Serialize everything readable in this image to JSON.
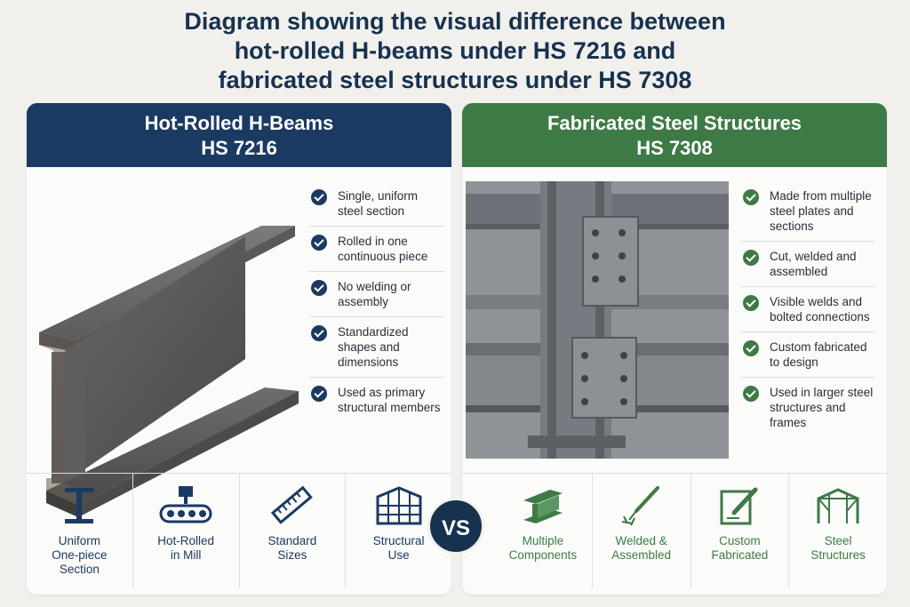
{
  "title": {
    "line1": "Diagram showing the visual difference between",
    "line2": "hot-rolled H-beams under HS 7216 and",
    "line3": "fabricated steel structures under HS 7308"
  },
  "left": {
    "heading_line1": "Hot-Rolled H-Beams",
    "heading_line2": "HS 7216",
    "accent": "#1b3a62",
    "checks": [
      "Single, uniform steel section",
      "Rolled in one continuous piece",
      "No welding or assembly",
      "Standardized shapes and dimensions",
      "Used as primary structural members"
    ],
    "features": [
      {
        "icon": "i-beam-icon",
        "label": "Uniform\nOne-piece\nSection"
      },
      {
        "icon": "rolling-mill-icon",
        "label": "Hot-Rolled\nin Mill"
      },
      {
        "icon": "ruler-icon",
        "label": "Standard\nSizes"
      },
      {
        "icon": "building-icon",
        "label": "Structural\nUse"
      }
    ]
  },
  "right": {
    "heading_line1": "Fabricated Steel Structures",
    "heading_line2": "HS 7308",
    "accent": "#3e7a46",
    "checks": [
      "Made from multiple steel plates and sections",
      "Cut, welded and assembled",
      "Visible welds and bolted connections",
      "Custom fabricated to design",
      "Used in larger steel structures and frames"
    ],
    "features": [
      {
        "icon": "beam-components-icon",
        "label": "Multiple\nComponents"
      },
      {
        "icon": "welding-torch-icon",
        "label": "Welded &\nAssembled"
      },
      {
        "icon": "pencil-design-icon",
        "label": "Custom\nFabricated"
      },
      {
        "icon": "steel-frame-icon",
        "label": "Steel\nStructures"
      }
    ]
  },
  "vs_label": "VS"
}
